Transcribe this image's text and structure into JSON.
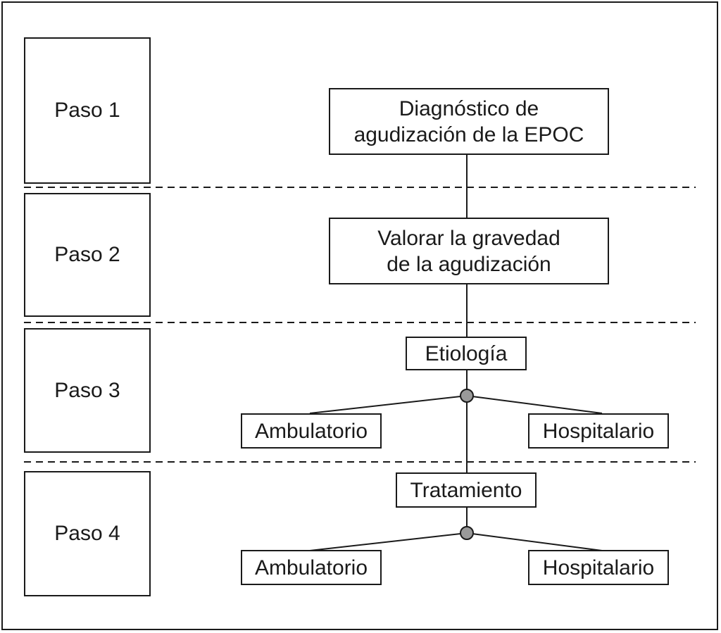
{
  "steps": [
    {
      "label": "Paso 1"
    },
    {
      "label": "Paso 2"
    },
    {
      "label": "Paso 3"
    },
    {
      "label": "Paso 4"
    }
  ],
  "nodes": {
    "diagnostico": {
      "line1": "Diagnóstico de",
      "line2": "agudización de la EPOC"
    },
    "gravedad": {
      "line1": "Valorar la gravedad",
      "line2": "de la agudización"
    },
    "etiologia": {
      "label": "Etiología"
    },
    "etiologia_ambulatorio": {
      "label": "Ambulatorio"
    },
    "etiologia_hospitalario": {
      "label": "Hospitalario"
    },
    "tratamiento": {
      "label": "Tratamiento"
    },
    "tratamiento_ambulatorio": {
      "label": "Ambulatorio"
    },
    "tratamiento_hospitalario": {
      "label": "Hospitalario"
    }
  },
  "colors": {
    "line": "#1a1a1a",
    "junction_fill": "#9a9a9a"
  }
}
